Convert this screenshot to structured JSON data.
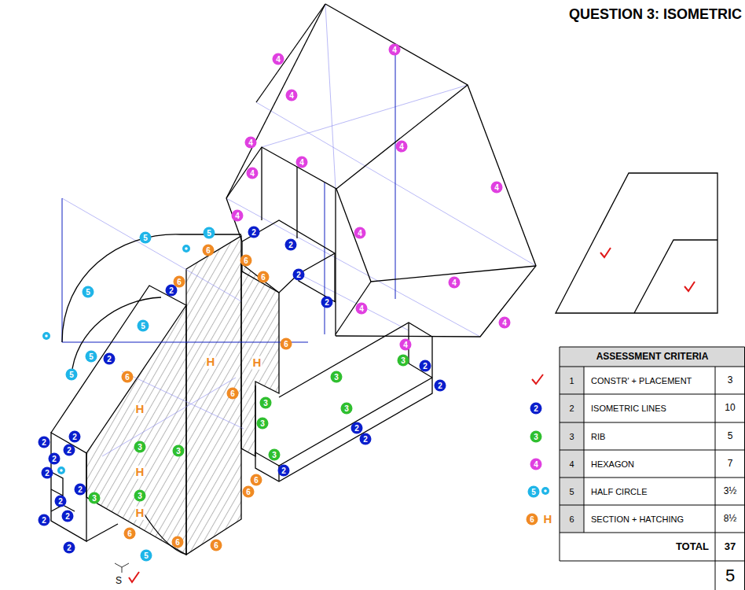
{
  "diagram": {
    "title": "QUESTION 3: ISOMETRIC",
    "labels": [
      "ASSESSMENT CRITERIA",
      "1",
      "CONSTR' + PLACEMENT",
      "3",
      "2",
      "ISOMETRIC LINES",
      "10",
      "3",
      "RIB",
      "5",
      "4",
      "HEXAGON",
      "7",
      "5",
      "HALF CIRCLE",
      "3½",
      "6",
      "SECTION + HATCHING",
      "8½",
      "TOTAL",
      "37",
      "5",
      "2",
      "3",
      "4",
      "5",
      "6",
      "H",
      "S",
      "4",
      "4",
      "4",
      "4",
      "4",
      "4",
      "4",
      "4",
      "4",
      "4",
      "4",
      "4",
      "4",
      "4",
      "2",
      "2",
      "2",
      "2",
      "2",
      "2",
      "2",
      "2",
      "2",
      "2",
      "2",
      "2",
      "2",
      "2",
      "2",
      "2",
      "2",
      "2",
      "2",
      "2",
      "2",
      "5",
      "5",
      "5",
      "5",
      "5",
      "5",
      "5",
      "3",
      "3",
      "3",
      "3",
      "3",
      "3",
      "3",
      "3",
      "3",
      "3",
      "6",
      "6",
      "6",
      "6",
      "6",
      "6",
      "6",
      "6",
      "6",
      "6",
      "6",
      "6",
      "H",
      "H",
      "H",
      "H",
      "H"
    ]
  }
}
